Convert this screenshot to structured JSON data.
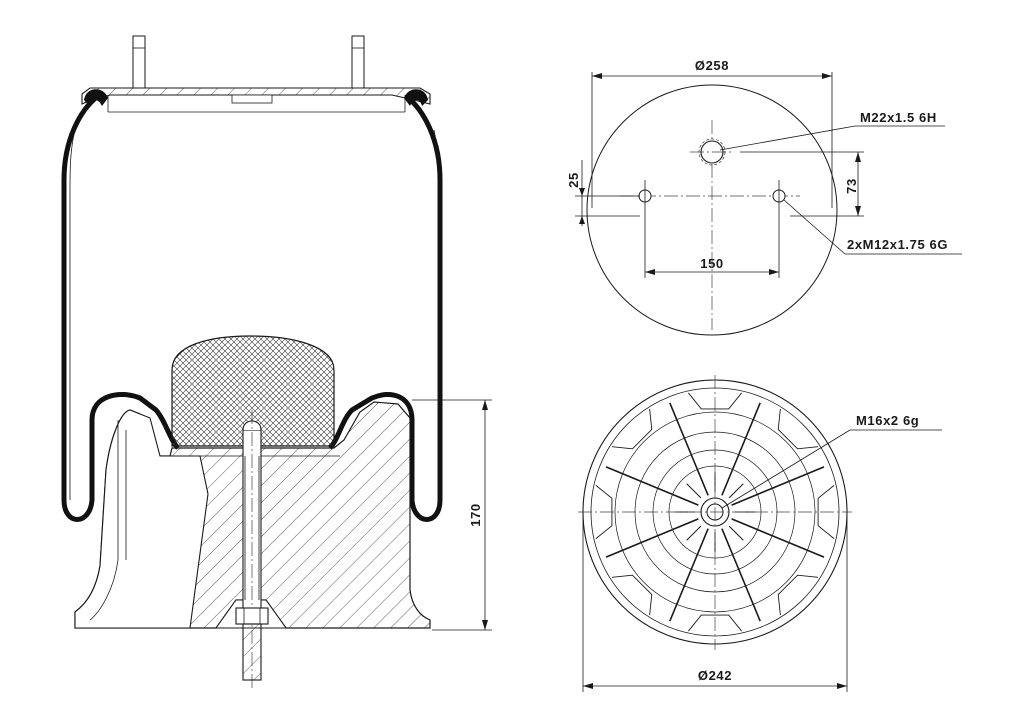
{
  "drawing": {
    "top_view": {
      "diameter_label": "Ø258",
      "center_thread_label": "M22x1.5 6H",
      "stud_thread_label": "2xM12x1.75 6G",
      "stud_spacing_label": "150",
      "offset_25_label": "25",
      "offset_73_label": "73"
    },
    "bottom_view": {
      "diameter_label": "Ø242",
      "bolt_thread_label": "M16x2 6g"
    },
    "section_view": {
      "height_label": "170"
    }
  }
}
